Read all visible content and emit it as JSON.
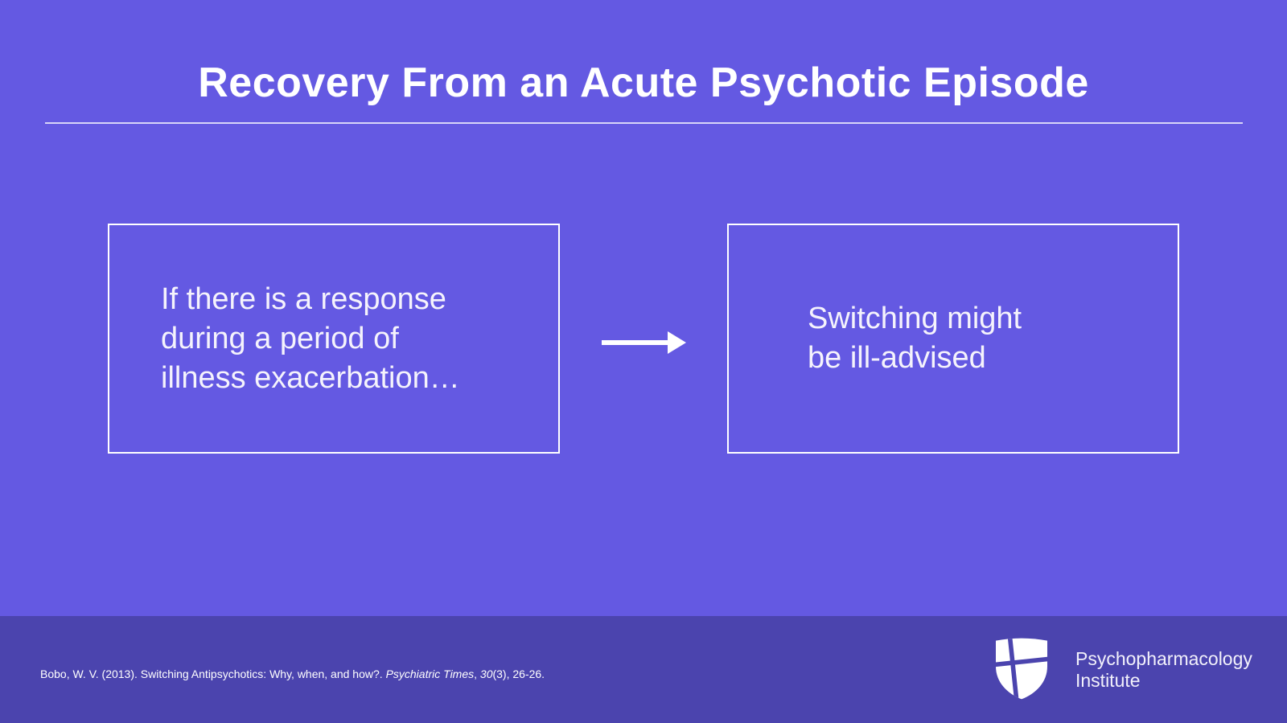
{
  "title": "Recovery From an Acute Psychotic Episode",
  "boxes": [
    {
      "name": "condition-box",
      "lines": [
        "If there is a response",
        "during a period of",
        "illness exacerbation…"
      ]
    },
    {
      "name": "conclusion-box",
      "lines": [
        "Switching might",
        "be ill-advised"
      ]
    }
  ],
  "arrow": {
    "icon": "right-arrow-icon",
    "color": "#FFFFFF"
  },
  "footer": {
    "citation": {
      "prefix": "Bobo, W. V. (2013). Switching Antipsychotics: Why, when, and how?. ",
      "journal_italic": "Psychiatric Times",
      "separator": ", ",
      "volume_italic": "30",
      "suffix": "(3), 26-26."
    },
    "logo": {
      "icon": "shield-cross-icon",
      "text_line1": "Psychopharmacology",
      "text_line2": "Institute"
    }
  },
  "colors": {
    "background": "#6459E2",
    "footer_background": "#4B44AE",
    "text": "#FFFFFF",
    "divider": "#DDDBEE"
  }
}
